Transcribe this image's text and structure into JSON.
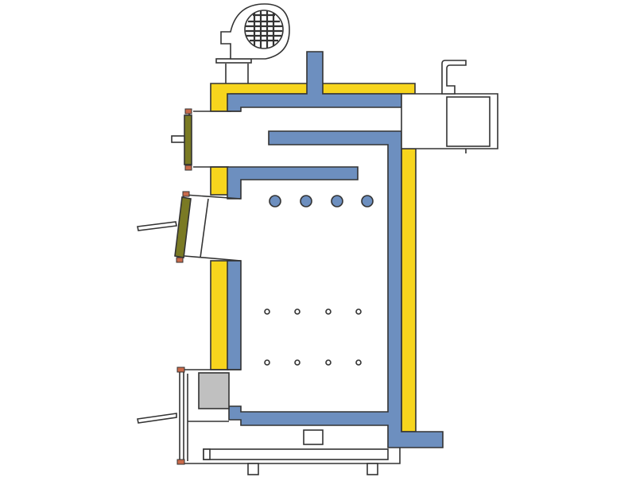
{
  "diagram": {
    "kind": "boiler cross-section",
    "text_labels": []
  },
  "colors": {
    "background": "#ffffff",
    "insulation": "#f7d51d",
    "water_jacket": "#6d8fbf",
    "outline": "#333333",
    "door_glass": "#7a7a24",
    "door_hinge": "#c96a4a",
    "ash_box": "#c0c0c0",
    "fan_grille": "#333333"
  },
  "components": [
    {
      "id": "blower-fan",
      "icon": "fan-icon"
    },
    {
      "id": "chimney-flue",
      "icon": "flue-icon"
    },
    {
      "id": "water-inlet-pipe",
      "icon": "pipe-icon"
    },
    {
      "id": "loading-door",
      "icon": "door-icon"
    },
    {
      "id": "fire-door",
      "icon": "door-icon"
    },
    {
      "id": "ash-door",
      "icon": "door-icon"
    },
    {
      "id": "ash-drawer",
      "icon": "drawer-icon"
    },
    {
      "id": "water-tubes",
      "icon": "tube-icon",
      "count": 4
    },
    {
      "id": "secondary-air-holes",
      "icon": "hole-icon",
      "count": 8
    },
    {
      "id": "feet",
      "icon": "foot-icon",
      "count": 2
    }
  ]
}
